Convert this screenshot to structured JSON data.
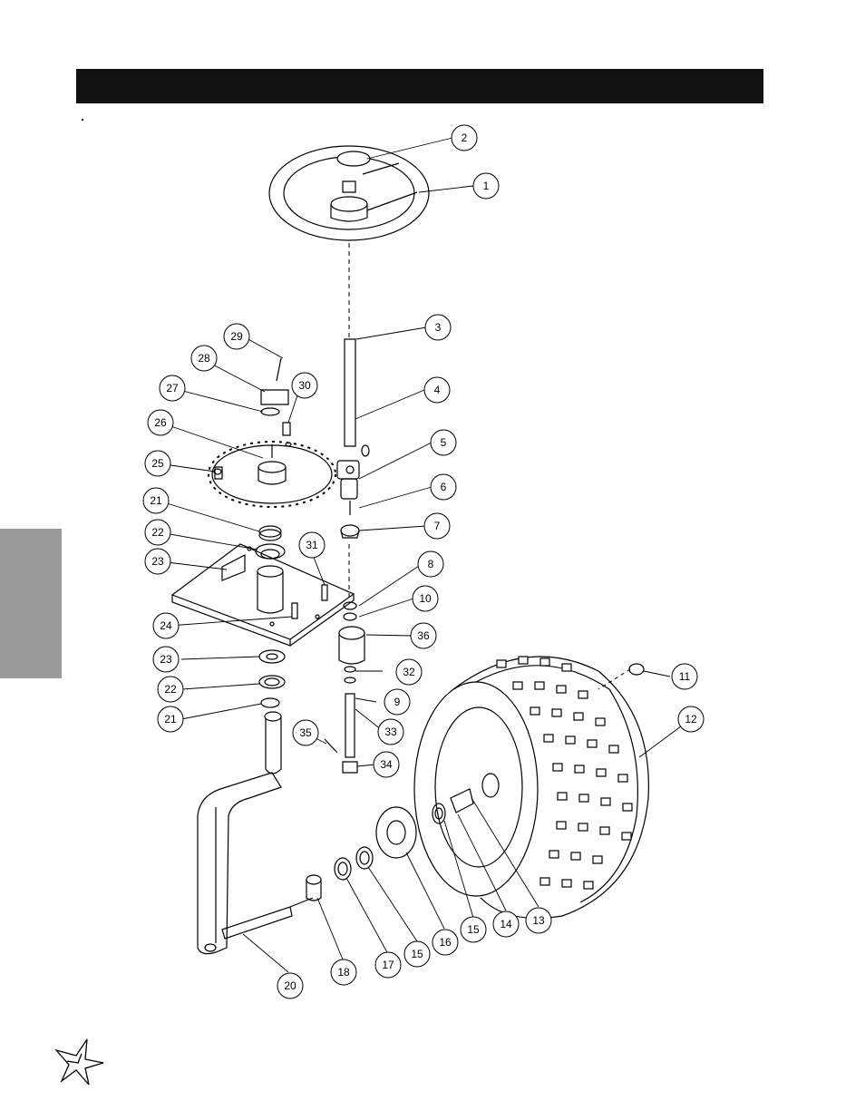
{
  "header": {
    "title": ""
  },
  "callouts": [
    {
      "label": "1"
    },
    {
      "label": "2"
    },
    {
      "label": "3"
    },
    {
      "label": "4"
    },
    {
      "label": "5"
    },
    {
      "label": "6"
    },
    {
      "label": "7"
    },
    {
      "label": "8"
    },
    {
      "label": "10"
    },
    {
      "label": "36"
    },
    {
      "label": "32"
    },
    {
      "label": "9"
    },
    {
      "label": "33"
    },
    {
      "label": "34"
    },
    {
      "label": "35"
    },
    {
      "label": "29"
    },
    {
      "label": "28"
    },
    {
      "label": "30"
    },
    {
      "label": "27"
    },
    {
      "label": "26"
    },
    {
      "label": "25"
    },
    {
      "label": "21"
    },
    {
      "label": "22"
    },
    {
      "label": "23"
    },
    {
      "label": "31"
    },
    {
      "label": "24"
    },
    {
      "label": "23"
    },
    {
      "label": "22"
    },
    {
      "label": "21"
    },
    {
      "label": "11"
    },
    {
      "label": "12"
    },
    {
      "label": "13"
    },
    {
      "label": "14"
    },
    {
      "label": "15"
    },
    {
      "label": "16"
    },
    {
      "label": "15"
    },
    {
      "label": "17"
    },
    {
      "label": "18"
    },
    {
      "label": "20"
    }
  ],
  "logo": {
    "icon": "star-logo-icon"
  }
}
